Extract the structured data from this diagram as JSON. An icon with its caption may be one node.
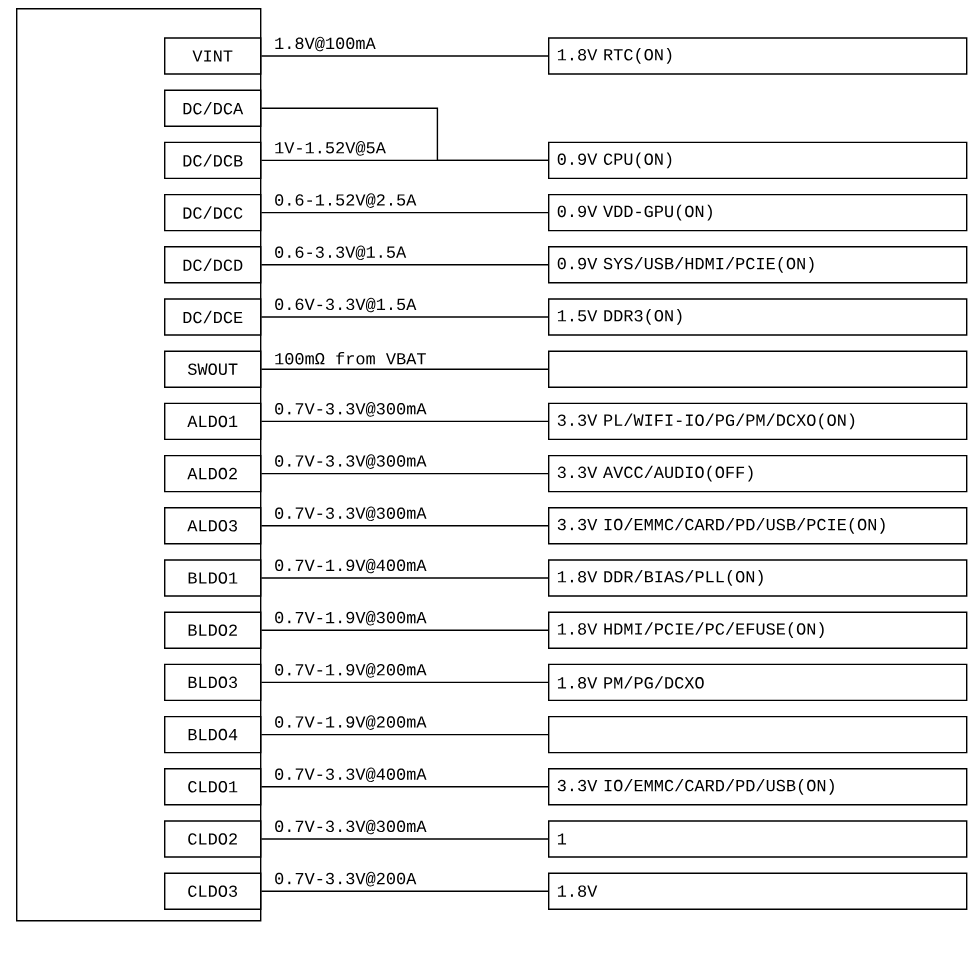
{
  "diagram": {
    "nodes": [
      {
        "text": [],
        "shape": "box"
      },
      {
        "text": [
          "VINT"
        ],
        "in": 0
      },
      {
        "text": [
          "DC/DCA"
        ],
        "in": 0
      },
      {
        "text": [
          "DC/DCB"
        ],
        "in": 0
      },
      {
        "text": [
          "DC/DCC"
        ],
        "in": 0
      },
      {
        "text": [
          "DC/DCD"
        ],
        "in": 0
      },
      {
        "text": [
          "DC/DCE"
        ],
        "in": 0
      },
      {
        "text": [
          "SWOUT"
        ],
        "in": 0
      },
      {
        "text": [
          "ALDO1"
        ],
        "in": 0
      },
      {
        "text": [
          "ALDO2"
        ],
        "in": 0
      },
      {
        "text": [
          "ALDO3"
        ],
        "in": 0
      },
      {
        "text": [
          "BLDO1"
        ],
        "in": 0
      },
      {
        "text": [
          "BLDO2"
        ],
        "in": 0
      },
      {
        "text": [
          "BLDO3"
        ],
        "in": 0
      },
      {
        "text": [
          "BLDO4"
        ],
        "in": 0
      },
      {
        "text": [
          "CLDO1"
        ],
        "in": 0
      },
      {
        "text": [
          "CLDO2"
        ],
        "in": 0
      },
      {
        "text": [
          "CLDO3"
        ],
        "in": 0
      },
      {
        "text": [
          "1.8V RTC(ON)"
        ]
      },
      {
        "text": [
          "0.9V CPU(ON)"
        ]
      },
      {
        "text": [
          "0.9V VDD-GPU(ON)"
        ]
      },
      {
        "text": [
          "0.9V SYS/USB/HDMI/PCIE(ON)"
        ]
      },
      {
        "text": [
          "1.5V DDR3(ON)"
        ]
      },
      {
        "text": [],
        "shape": "box"
      },
      {
        "text": [
          "3.3V PL/WIFI-IO/PG/PM/DCXO(ON)"
        ]
      },
      {
        "text": [
          "3.3V AVCC/AUDIO(OFF)"
        ]
      },
      {
        "text": [
          "3.3V IO/EMMC/CARD/PD/USB/PCIE(ON)"
        ]
      },
      {
        "text": [
          "1.8V DDR/BIAS/PLL(ON)"
        ]
      },
      {
        "text": [
          "1.8V HDMI/PCIE/PC/EFUSE(ON)"
        ]
      },
      {
        "text": [
          "1.8V PM/PG/DCXO"
        ]
      },
      {
        "text": [],
        "shape": "box"
      },
      {
        "text": [
          "3.3V IO/EMMC/CARD/PD/USB(ON)"
        ]
      },
      {
        "text": [
          "1"
        ]
      },
      {
        "text": [
          "1.8V"
        ]
      }
    ],
    "edges": [
      {
        "from": 1,
        "to": 18,
        "arrow": "none",
        "label": "1.8V@100mA"
      },
      {
        "from": 2,
        "to": 19,
        "arrow": "none"
      },
      {
        "from": 3,
        "to": 19,
        "arrow": "none",
        "label": "1V-1.52V@5A"
      },
      {
        "from": 4,
        "to": 20,
        "arrow": "none",
        "label": "0.6-1.52V@2.5A"
      },
      {
        "from": 5,
        "to": 21,
        "arrow": "none",
        "label": "0.6-3.3V@1.5A"
      },
      {
        "from": 6,
        "to": 22,
        "arrow": "none",
        "label": "0.6V-3.3V@1.5A"
      },
      {
        "from": 7,
        "to": 23,
        "arrow": "none",
        "label": "100mΩ from VBAT"
      },
      {
        "from": 8,
        "to": 24,
        "arrow": "none",
        "label": "0.7V-3.3V@300mA"
      },
      {
        "from": 9,
        "to": 25,
        "arrow": "none",
        "label": "0.7V-3.3V@300mA"
      },
      {
        "from": 10,
        "to": 26,
        "arrow": "none",
        "label": "0.7V-3.3V@300mA"
      },
      {
        "from": 11,
        "to": 27,
        "arrow": "none",
        "label": "0.7V-1.9V@400mA"
      },
      {
        "from": 12,
        "to": 28,
        "arrow": "none",
        "label": "0.7V-1.9V@300mA"
      },
      {
        "from": 13,
        "to": 29,
        "arrow": "none",
        "label": "0.7V-1.9V@200mA"
      },
      {
        "from": 14,
        "to": 30,
        "arrow": "none",
        "label": "0.7V-1.9V@200mA"
      },
      {
        "from": 15,
        "to": 31,
        "arrow": "none",
        "label": "0.7V-3.3V@400mA"
      },
      {
        "from": 16,
        "to": 32,
        "arrow": "none",
        "label": "0.7V-3.3V@300mA"
      },
      {
        "from": 17,
        "to": 33,
        "arrow": "none",
        "label": "0.7V-3.3V@200A"
      }
    ]
  }
}
